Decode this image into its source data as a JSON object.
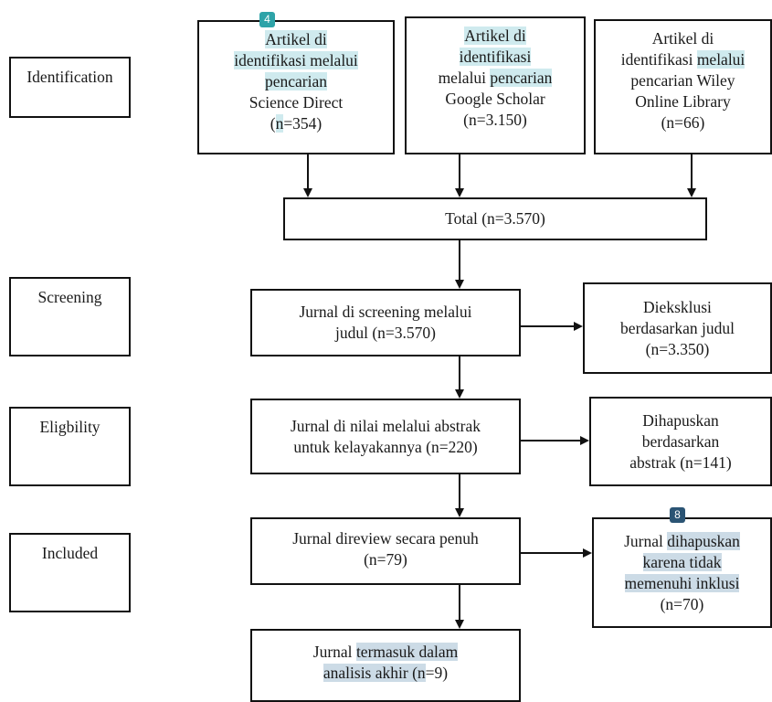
{
  "stages": {
    "identification": "Identification",
    "screening": "Screening",
    "eligibility": "Eligbility",
    "included": "Included"
  },
  "sources": {
    "science_direct": {
      "l1": "Artikel di",
      "l2": "identifikasi melalui",
      "l3": "pencarian",
      "l4": "Science Direct",
      "l5a": "(",
      "l5b": "n",
      "l5c": "=354)"
    },
    "google_scholar": {
      "l1": "Artikel di",
      "l2": "identifikasi",
      "l3a": "melalui ",
      "l3b": "pencarian",
      "l4": "Google Scholar",
      "l5": "(n=3.150)"
    },
    "wiley": {
      "l1": "Artikel di",
      "l2a": "identifikasi ",
      "l2b": "melalui",
      "l3": "pencarian Wiley",
      "l4": "Online Library",
      "l5": "(n=66)"
    }
  },
  "total": "Total (n=3.570)",
  "screening_box": {
    "l1": "Jurnal di screening melalui",
    "l2": "judul (n=3.570)"
  },
  "excluded_title": {
    "l1": "Dieksklusi",
    "l2": "berdasarkan judul",
    "l3": "(n=3.350)"
  },
  "eligibility_box": {
    "l1": "Jurnal di nilai melalui abstrak",
    "l2": "untuk kelayakannya (n=220)"
  },
  "removed_abstract": {
    "l1": "Dihapuskan",
    "l2": "berdasarkan",
    "l3": "abstrak (n=141)"
  },
  "full_review": {
    "l1": "Jurnal direview secara penuh",
    "l2": "(n=79)"
  },
  "removed_inclusion": {
    "l1a": "Jurnal ",
    "l1b": "dihapuskan",
    "l2": "karena tidak",
    "l3": "memenuhi inklusi",
    "l4": "(n=70)"
  },
  "final": {
    "l1a": "Jurnal ",
    "l1b": "termasuk dalam",
    "l2a": "analisis akhir (n",
    "l2b": "=9)"
  },
  "badges": {
    "teal": "4",
    "navy": "8"
  },
  "colors": {
    "highlight_teal": "#cfeaee",
    "highlight_blue": "#ccdbe6",
    "badge_teal": "#2ea3a8",
    "badge_navy": "#2b5474"
  }
}
